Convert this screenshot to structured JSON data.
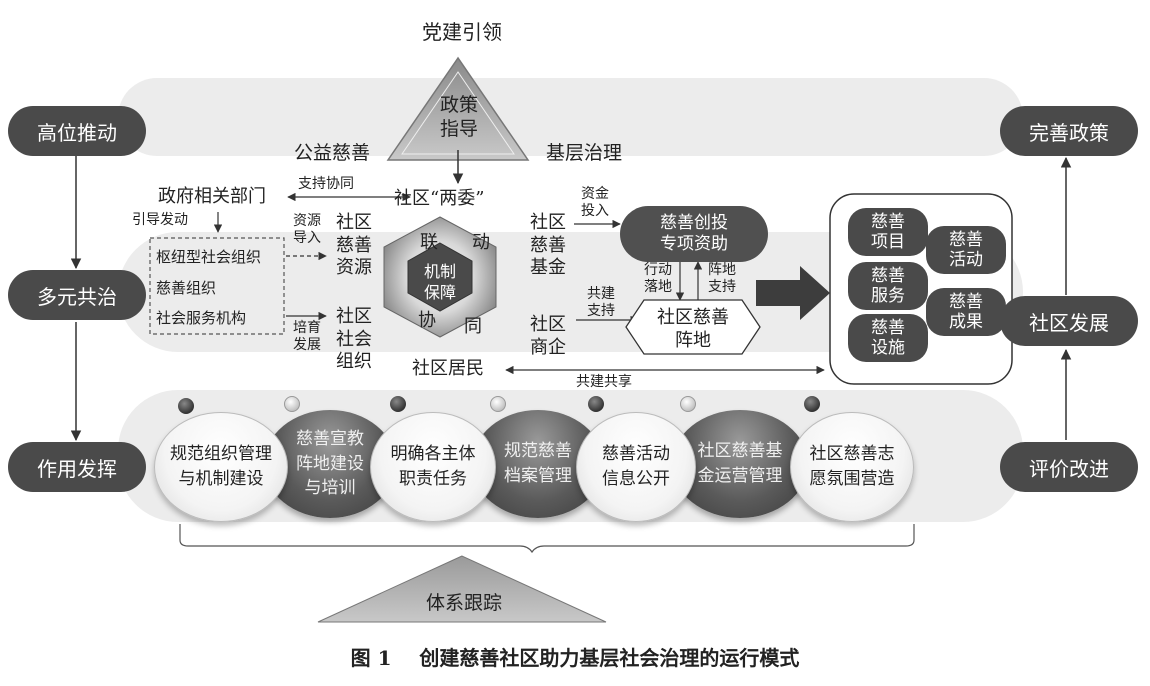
{
  "top": {
    "leadership": "党建引领",
    "policy": "政策\n指导",
    "left_pillar": "公益慈善",
    "right_pillar": "基层治理"
  },
  "left_column": {
    "top": "高位推动",
    "middle": "多元共治",
    "bottom": "作用发挥"
  },
  "right_column": {
    "top": "完善政策",
    "middle": "社区发展",
    "bottom": "评价改进"
  },
  "center": {
    "gov_dept": "政府相关部门",
    "support_coop": "支持协同",
    "guide_launch": "引导发动",
    "org_list": [
      "枢纽型社会组织",
      "慈善组织",
      "社会服务机构"
    ],
    "resource_import": "资源\n导入",
    "cultivate": "培育\n发展",
    "community_charity_resources": "社区\n慈善\n资源",
    "community_social_org": "社区\n社会\n组织",
    "two_committees": "社区“两委”",
    "community_residents": "社区居民",
    "hex_top": [
      "联",
      "动"
    ],
    "hex_center": "机制\n保障",
    "hex_bottom": [
      "协",
      "同"
    ],
    "community_charity_fund": "社区\n慈善\n基金",
    "community_business": "社区\n商企",
    "fund_input": "资金\n投入",
    "co_build_support": "共建\n支持",
    "venture_fund": "慈善创投\n专项资助",
    "action_landing": "行动\n落地",
    "position_support": "阵地\n支持",
    "charity_position": "社区慈善\n阵地",
    "co_build_share": "共建共享"
  },
  "results": [
    {
      "label": "慈善\n项目"
    },
    {
      "label": "慈善\n活动"
    },
    {
      "label": "慈善\n服务"
    },
    {
      "label": "慈善\n成果"
    },
    {
      "label": "慈善\n设施"
    }
  ],
  "bubbles": [
    {
      "label": "规范组织管理\n与机制建设",
      "style": "light"
    },
    {
      "label": "慈善宣教\n阵地建设\n与培训",
      "style": "dark"
    },
    {
      "label": "明确各主体\n职责任务",
      "style": "light"
    },
    {
      "label": "规范慈善\n档案管理",
      "style": "dark"
    },
    {
      "label": "慈善活动\n信息公开",
      "style": "light"
    },
    {
      "label": "社区慈善基\n金运营管理",
      "style": "dark"
    },
    {
      "label": "社区慈善志\n愿氛围营造",
      "style": "light"
    }
  ],
  "bottom": {
    "tracking": "体系跟踪"
  },
  "caption": "图 1    创建慈善社区助力基层社会治理的运行模式",
  "colors": {
    "dark": "#4a4a4a",
    "band": "#ececec"
  }
}
